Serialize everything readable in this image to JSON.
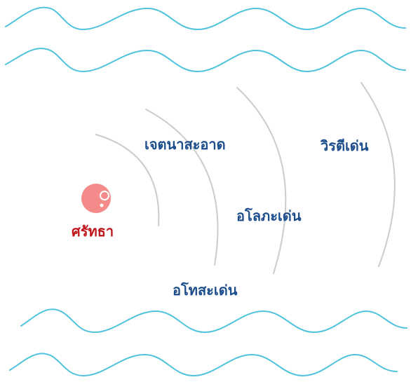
{
  "colors": {
    "wave": "#4fc3dc",
    "arc": "#cccccc",
    "label_blue": "#1c4d8c",
    "label_red": "#c0141b",
    "ball": "#f48a8a",
    "ball_highlight": "#ffffff"
  },
  "center_label": "ศรัทธา",
  "stage_labels": {
    "one": "เจตนาสะอาด",
    "two": "อโลภะเด่น",
    "three": "วิรตีเด่น",
    "four": "อโทสะเด่น"
  }
}
